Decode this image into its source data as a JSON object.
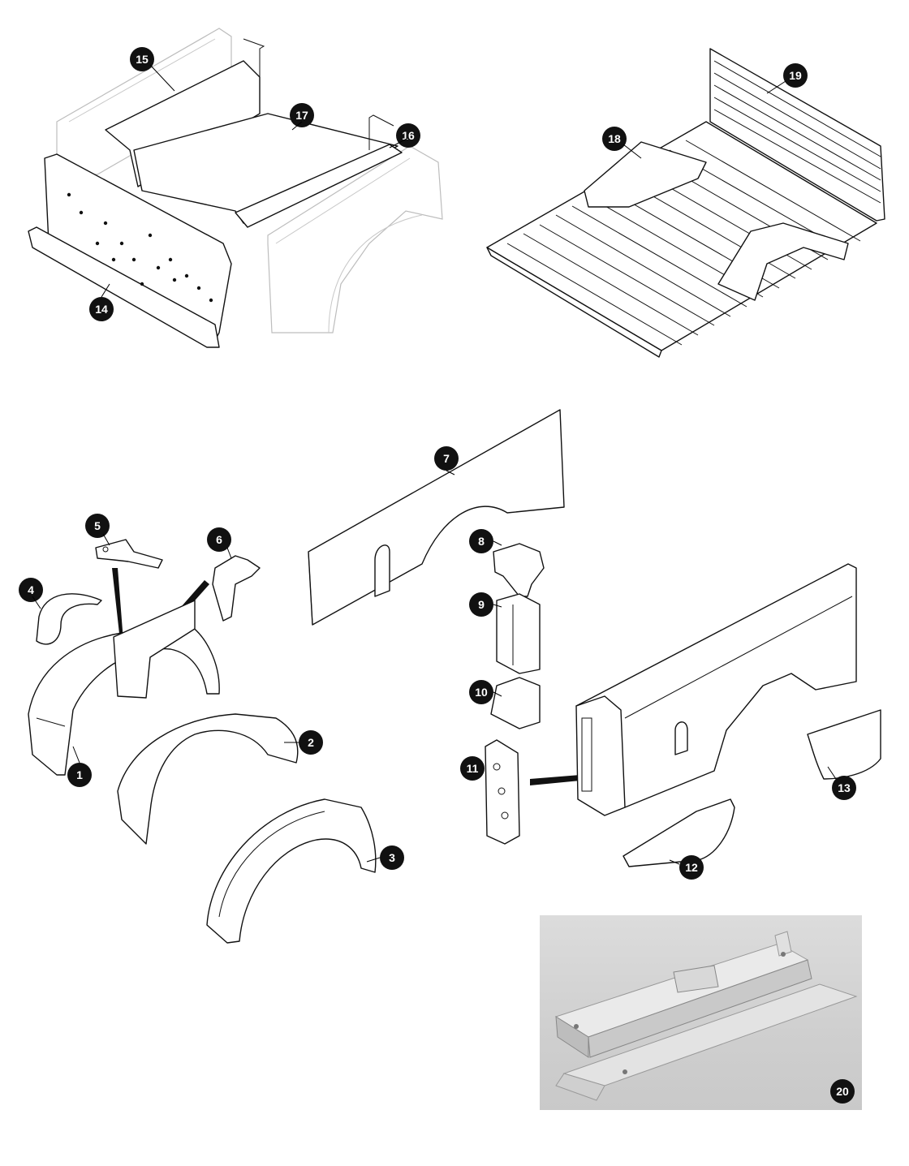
{
  "callouts": [
    {
      "id": "callout-1",
      "label": "1"
    },
    {
      "id": "callout-2",
      "label": "2"
    },
    {
      "id": "callout-3",
      "label": "3"
    },
    {
      "id": "callout-4",
      "label": "4"
    },
    {
      "id": "callout-5",
      "label": "5"
    },
    {
      "id": "callout-6",
      "label": "6"
    },
    {
      "id": "callout-7",
      "label": "7"
    },
    {
      "id": "callout-8",
      "label": "8"
    },
    {
      "id": "callout-9",
      "label": "9"
    },
    {
      "id": "callout-10",
      "label": "10"
    },
    {
      "id": "callout-11",
      "label": "11"
    },
    {
      "id": "callout-12",
      "label": "12"
    },
    {
      "id": "callout-13",
      "label": "13"
    },
    {
      "id": "callout-14",
      "label": "14"
    },
    {
      "id": "callout-15",
      "label": "15"
    },
    {
      "id": "callout-16",
      "label": "16"
    },
    {
      "id": "callout-17",
      "label": "17"
    },
    {
      "id": "callout-18",
      "label": "18"
    },
    {
      "id": "callout-19",
      "label": "19"
    },
    {
      "id": "callout-20",
      "label": "20"
    }
  ],
  "colors": {
    "callout_fill": "#111111",
    "callout_text": "#ffffff",
    "line": "#111111",
    "ghost_line": "#bdbdbd",
    "photo_background": "#d4d4d4"
  }
}
